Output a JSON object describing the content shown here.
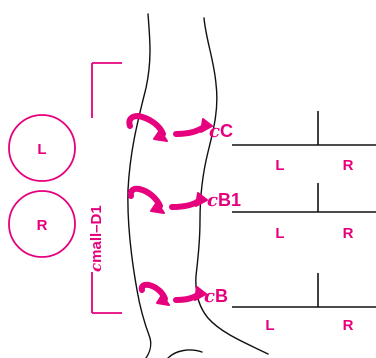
{
  "colors": {
    "accent": "#e6007e",
    "outline": "#111111",
    "background": "#ffffff"
  },
  "circles": {
    "left": "L",
    "right": "R"
  },
  "vertical_label": {
    "prefix": "c",
    "text": "mall–D1"
  },
  "measurements": [
    {
      "prefix": "c",
      "label": "C",
      "left": "L",
      "right": "R"
    },
    {
      "prefix": "c",
      "label": "B1",
      "left": "L",
      "right": "R"
    },
    {
      "prefix": "c",
      "label": "B",
      "left": "L",
      "right": "R"
    }
  ]
}
